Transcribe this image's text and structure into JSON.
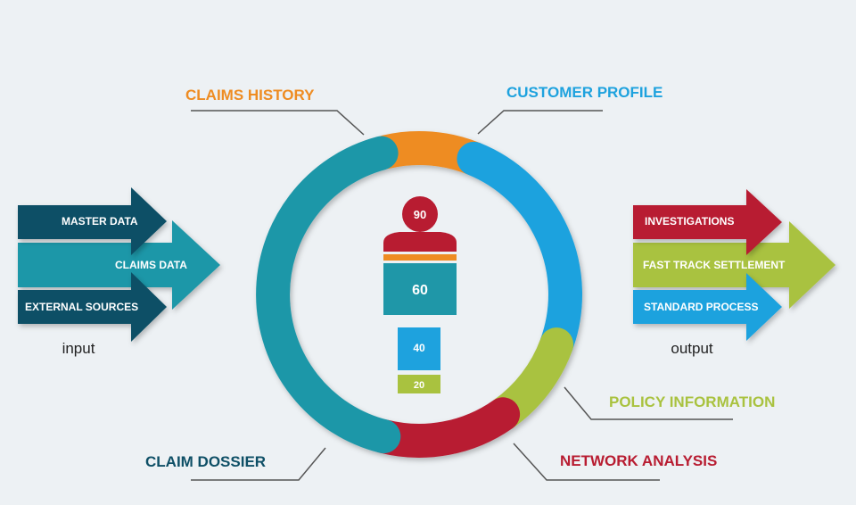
{
  "colors": {
    "background": "#edf1f4",
    "dark_teal": "#0e4f66",
    "teal": "#1f97a8",
    "orange": "#ee8c22",
    "blue": "#1ea2de",
    "lime": "#a9c23f",
    "red": "#b81c31",
    "leader_line": "#555555"
  },
  "input": {
    "caption": "input",
    "arrows": [
      {
        "label": "MASTER DATA",
        "color": "#0e4f66"
      },
      {
        "label": "CLAIMS DATA",
        "color": "#1f97a8"
      },
      {
        "label": "EXTERNAL SOURCES",
        "color": "#0e4f66"
      }
    ]
  },
  "output": {
    "caption": "output",
    "arrows": [
      {
        "label": "INVESTIGATIONS",
        "color": "#b81c31"
      },
      {
        "label": "FAST TRACK SETTLEMENT",
        "color": "#a9c23f"
      },
      {
        "label": "STANDARD PROCESS",
        "color": "#1ea2de"
      }
    ]
  },
  "ring_segments": [
    {
      "label": "CLAIMS HISTORY",
      "color": "#ee8c22"
    },
    {
      "label": "CUSTOMER PROFILE",
      "color": "#1ea2de"
    },
    {
      "label": "POLICY INFORMATION",
      "color": "#a9c23f"
    },
    {
      "label": "NETWORK ANALYSIS",
      "color": "#b81c31"
    },
    {
      "label": "CLAIM DOSSIER",
      "color": "#1f97a8"
    }
  ],
  "figure": {
    "head_value": "90",
    "body_value": "60",
    "legs_value": "40",
    "feet_value": "20"
  }
}
